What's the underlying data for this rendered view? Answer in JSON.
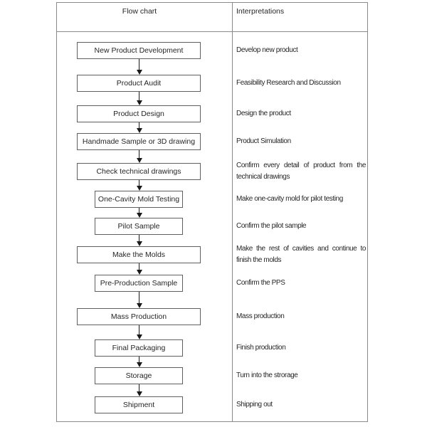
{
  "header": {
    "flow_chart": "Flow chart",
    "interpretations": "Interpretations"
  },
  "flowchart": {
    "steps": [
      {
        "label": "New Product Development",
        "interpretation": "Develop new product"
      },
      {
        "label": "Product Audit",
        "interpretation": "Feasibility Research and Discussion"
      },
      {
        "label": "Product Design",
        "interpretation": "Design the product"
      },
      {
        "label": "Handmade Sample or 3D drawing",
        "interpretation": "Product Simulation"
      },
      {
        "label": "Check technical drawings",
        "interpretation": "Confirm every detail of product from the technical drawings"
      },
      {
        "label": "One-Cavity Mold Testing",
        "interpretation": "Make one-cavity mold for pilot testing"
      },
      {
        "label": "Pilot Sample",
        "interpretation": "Confirm the pilot sample"
      },
      {
        "label": "Make the Molds",
        "interpretation": "Make the rest of cavities and continue to finish the molds"
      },
      {
        "label": "Pre-Production Sample",
        "interpretation": "Confirm the PPS"
      },
      {
        "label": "Mass Production",
        "interpretation": "Mass production"
      },
      {
        "label": "Final Packaging",
        "interpretation": "Finish production"
      },
      {
        "label": "Storage",
        "interpretation": "Turn into the strorage"
      },
      {
        "label": "Shipment",
        "interpretation": "Shipping out"
      }
    ]
  },
  "colors": {
    "table_border": "#8a8a8a",
    "box_border": "#5f5f5f",
    "arrow": "#1a1a1a",
    "text": "#262626",
    "background": "#ffffff"
  }
}
